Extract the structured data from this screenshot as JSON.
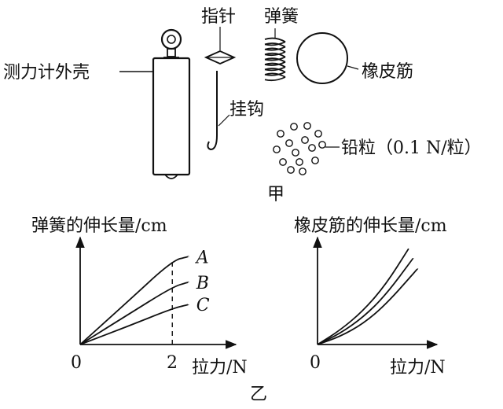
{
  "part_jia": {
    "caption": "甲",
    "labels": {
      "dynamometer_case": "测力计外壳",
      "pointer": "指针",
      "spring": "弹簧",
      "hook": "挂钩",
      "rubber_band": "橡皮筋",
      "lead_pellets": "铅粒（0.1 N/粒）"
    }
  },
  "part_yi": {
    "caption": "乙"
  },
  "chart_data": [
    {
      "type": "line",
      "ylabel": "弹簧的伸长量/cm",
      "xlabel": "拉力/N",
      "origin_label": "0",
      "x_ticks": [
        "2"
      ],
      "dashed_reference_x": 2,
      "series": [
        {
          "name": "A",
          "points": [
            [
              0,
              0
            ],
            [
              1,
              0.52
            ],
            [
              2,
              1.05
            ],
            [
              2.35,
              1.1
            ]
          ]
        },
        {
          "name": "B",
          "points": [
            [
              0,
              0
            ],
            [
              1,
              0.36
            ],
            [
              2,
              0.72
            ],
            [
              2.35,
              0.78
            ]
          ]
        },
        {
          "name": "C",
          "points": [
            [
              0,
              0
            ],
            [
              1,
              0.22
            ],
            [
              2,
              0.45
            ],
            [
              2.35,
              0.5
            ]
          ]
        }
      ],
      "xlim": [
        0,
        2.9
      ],
      "ylim": [
        0,
        1.3
      ],
      "grid": false
    },
    {
      "type": "line",
      "ylabel": "橡皮筋的伸长量/cm",
      "xlabel": "拉力/N",
      "origin_label": "0",
      "series": [
        {
          "points": [
            [
              0,
              0
            ],
            [
              0.5,
              0.18
            ],
            [
              1,
              0.42
            ],
            [
              1.5,
              0.75
            ],
            [
              2,
              1.2
            ]
          ]
        },
        {
          "points": [
            [
              0,
              0
            ],
            [
              0.5,
              0.14
            ],
            [
              1,
              0.34
            ],
            [
              1.5,
              0.62
            ],
            [
              2.1,
              1.08
            ]
          ]
        },
        {
          "points": [
            [
              0,
              0
            ],
            [
              0.5,
              0.1
            ],
            [
              1,
              0.26
            ],
            [
              1.5,
              0.5
            ],
            [
              2.2,
              0.95
            ]
          ]
        }
      ],
      "xlim": [
        0,
        2.9
      ],
      "ylim": [
        0,
        1.3
      ],
      "grid": false
    }
  ]
}
